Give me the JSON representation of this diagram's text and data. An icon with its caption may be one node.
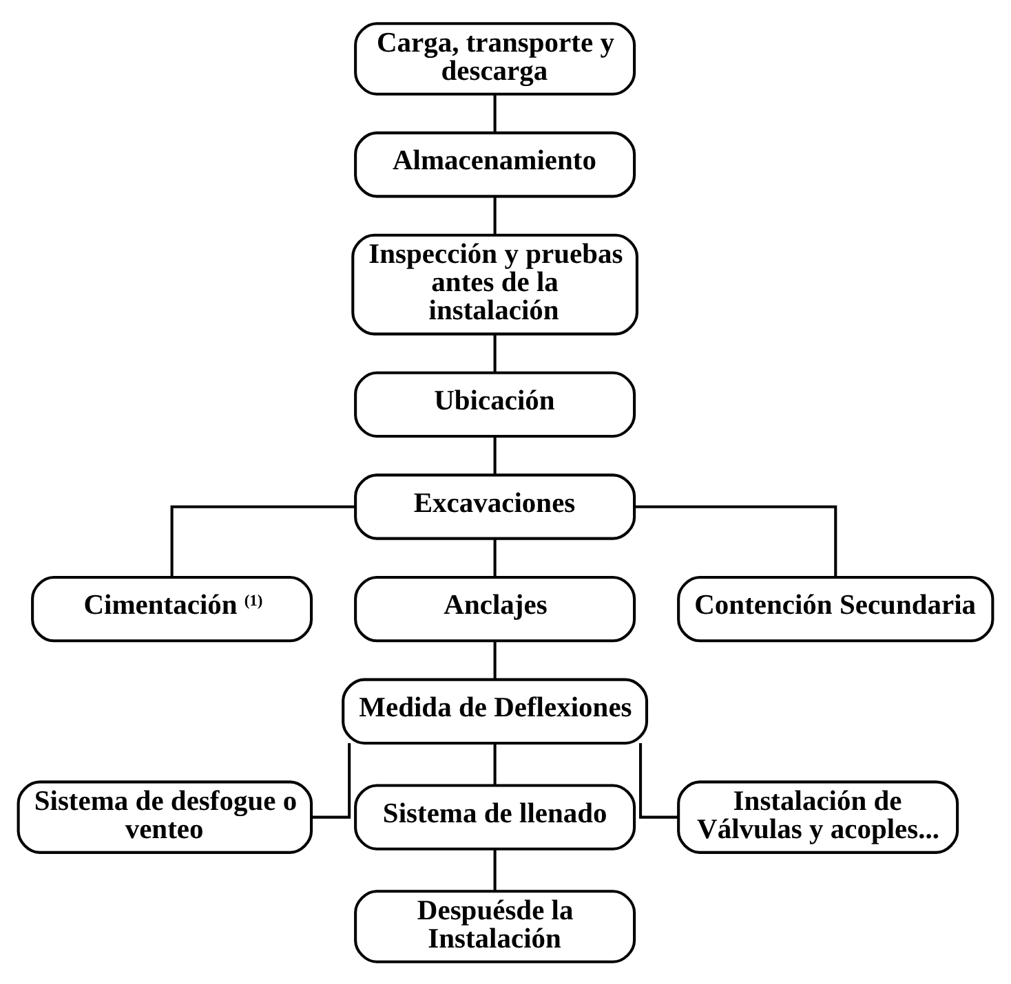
{
  "diagram": {
    "nodes": [
      {
        "text": [
          "Carga, transporte y descarga"
        ]
      },
      {
        "text": [
          "Almacenamiento"
        ]
      },
      {
        "text": [
          "Inspección y pruebas antes de la instalación"
        ]
      },
      {
        "text": [
          "Ubicación"
        ]
      },
      {
        "text": [
          "Excavaciones"
        ]
      },
      {
        "text": [
          "Cimentación $^{(1)}$"
        ]
      },
      {
        "text": [
          "Anclajes"
        ]
      },
      {
        "text": [
          "Contención Secundaria"
        ]
      },
      {
        "text": [
          "Medida de Deflexiones"
        ]
      },
      {
        "text": [
          "Sistema de desfogue o venteo"
        ]
      },
      {
        "text": [
          "Sistema de llenado"
        ]
      },
      {
        "text": [
          "Instalación de Válvulas y acoples..."
        ]
      },
      {
        "text": [
          "Despuésde la Instalación"
        ]
      }
    ],
    "edges": [
      {
        "from": 0,
        "to": 1,
        "arrow": "none"
      },
      {
        "from": 1,
        "to": 2,
        "arrow": "none"
      },
      {
        "from": 2,
        "to": 3,
        "arrow": "none"
      },
      {
        "from": 3,
        "to": 4,
        "arrow": "none"
      },
      {
        "from": 4,
        "to": 5,
        "arrow": "none"
      },
      {
        "from": 4,
        "to": 6,
        "arrow": "none"
      },
      {
        "from": 4,
        "to": 7,
        "arrow": "none"
      },
      {
        "from": 6,
        "to": 8,
        "arrow": "none"
      },
      {
        "from": 8,
        "to": 9,
        "arrow": "none"
      },
      {
        "from": 8,
        "to": 10,
        "arrow": "none"
      },
      {
        "from": 8,
        "to": 11,
        "arrow": "none"
      },
      {
        "from": 10,
        "to": 12,
        "arrow": "none"
      }
    ]
  }
}
